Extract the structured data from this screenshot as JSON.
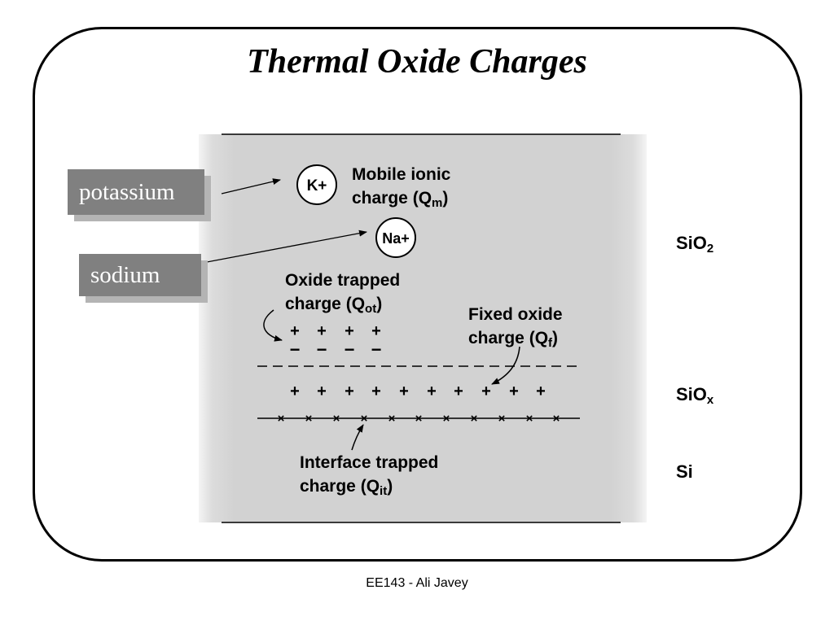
{
  "slide": {
    "title": "Thermal Oxide Charges",
    "footer": "EE143 - Ali Javey"
  },
  "callouts": {
    "potassium": "potassium",
    "sodium": "sodium"
  },
  "ions": {
    "potassium": "K+",
    "sodium": "Na+"
  },
  "labels": {
    "mobile_line1": "Mobile ionic",
    "mobile_line2": "charge (Q",
    "mobile_sub": "m",
    "mobile_close": ")",
    "oxide_trapped_line1": "Oxide trapped",
    "oxide_trapped_line2": "charge (Q",
    "oxide_trapped_sub": "ot",
    "oxide_trapped_close": ")",
    "fixed_line1": "Fixed oxide",
    "fixed_line2": "charge (Q",
    "fixed_sub": "f",
    "fixed_close": ")",
    "interface_line1": "Interface trapped",
    "interface_line2": "charge (Q",
    "interface_sub": "it",
    "interface_close": ")"
  },
  "layers": {
    "sio2": "SiO",
    "sio2_sub": "2",
    "siox": "SiO",
    "siox_sub": "x",
    "si": "Si"
  },
  "symbols": {
    "plus": "+",
    "minus": "−",
    "cross": "×"
  }
}
